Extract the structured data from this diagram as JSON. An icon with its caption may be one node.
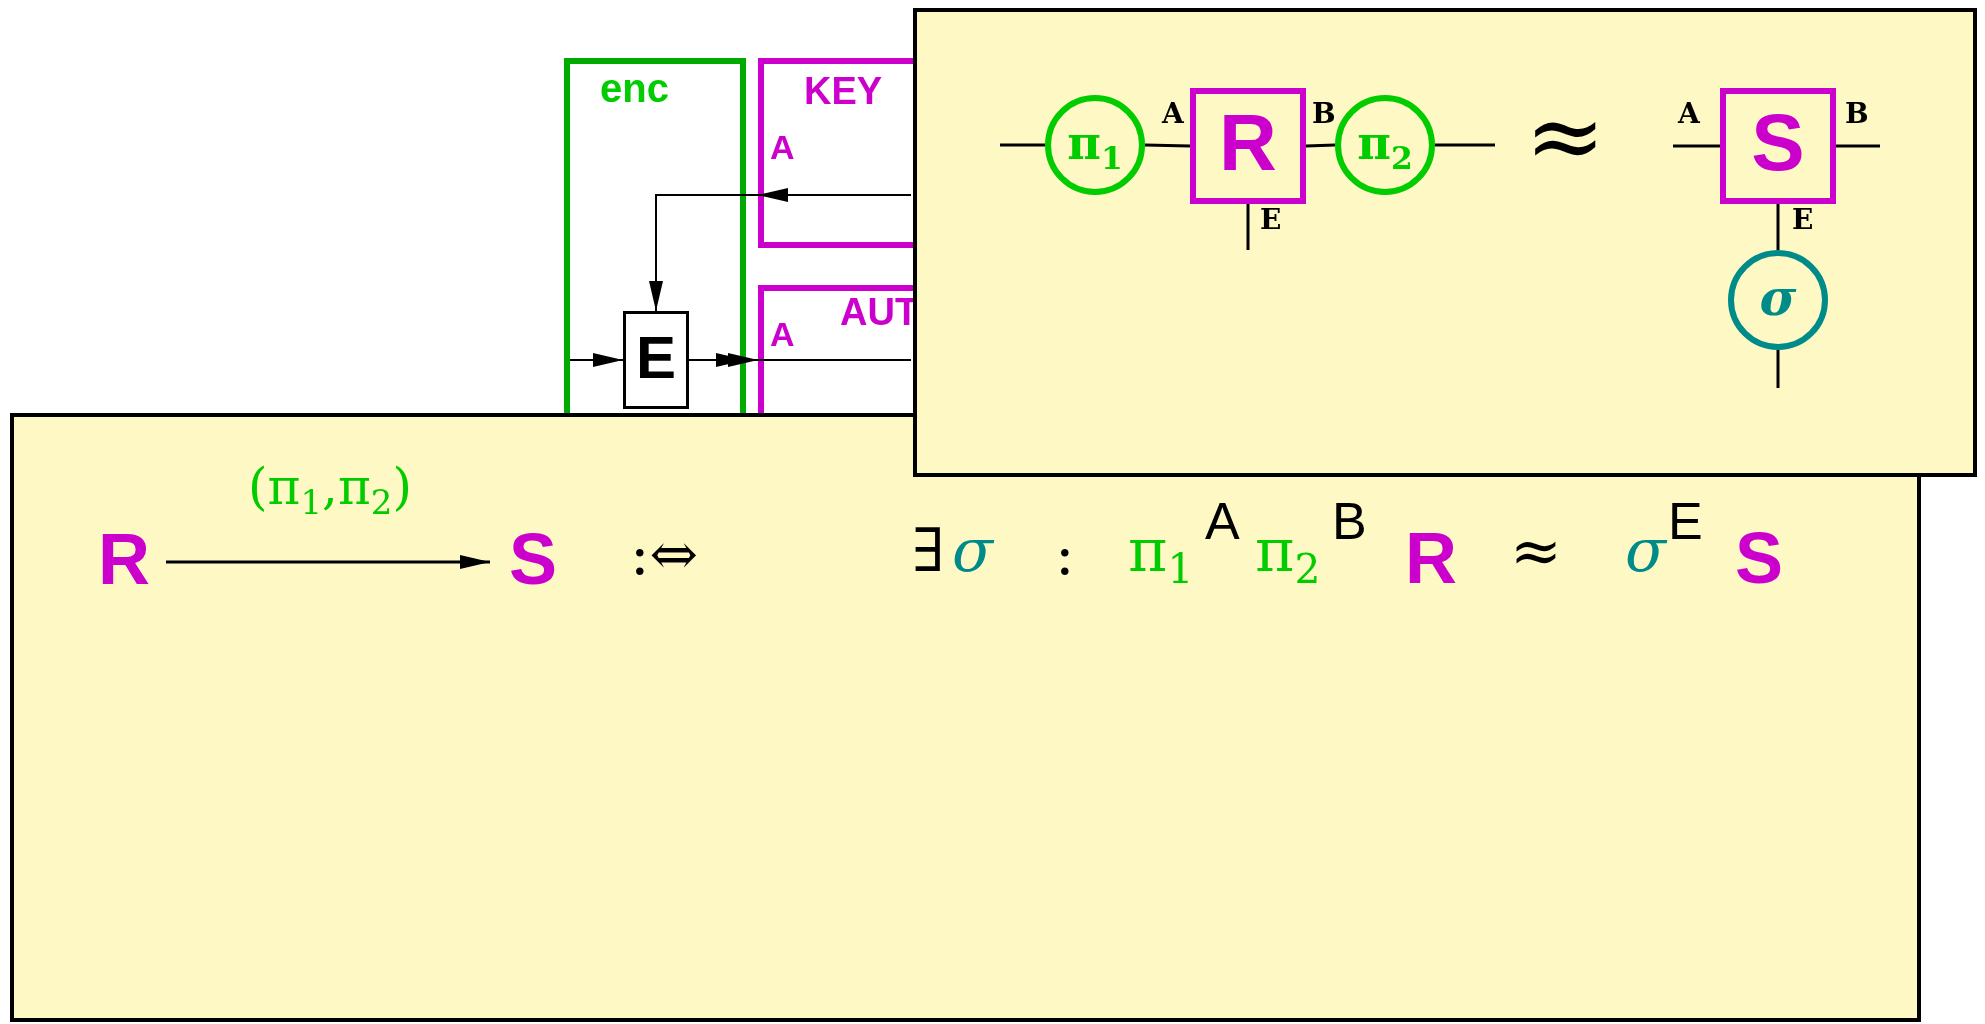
{
  "diagram": {
    "nodes": [
      {
        "text": [
          "enc"
        ]
      },
      {
        "text": [
          "E"
        ],
        "in": 0
      },
      {
        "text": [
          "KEY",
          "A"
        ]
      },
      {
        "text": [
          "AUT",
          "A"
        ]
      },
      {
        "text": [],
        "shape": "box"
      },
      {
        "text": [
          "R"
        ],
        "in": 4
      },
      {
        "text": [
          "S"
        ],
        "in": 4
      },
      {
        "text": [],
        "shape": "box"
      },
      {
        "text": [
          "π$_{1}$"
        ],
        "in": 7
      },
      {
        "text": [
          "R"
        ],
        "in": 7
      },
      {
        "text": [
          "π$_{2}$"
        ],
        "in": 7
      },
      {
        "text": [
          "S"
        ],
        "in": 7
      },
      {
        "text": [
          "σ"
        ],
        "in": 7
      }
    ],
    "edges": [
      {
        "from": null,
        "to": 1,
        "arrow": "to"
      },
      {
        "from": 1,
        "to": 3,
        "arrow": "to"
      },
      {
        "from": 3,
        "to": null,
        "arrow": "none"
      },
      {
        "from": 2,
        "to": 1,
        "arrow": "to"
      },
      {
        "from": null,
        "to": 2,
        "arrow": "none"
      },
      {
        "from": 5,
        "to": 6,
        "arrow": "to",
        "label": "(π$_{1}$,π$_{2}$)"
      },
      {
        "from": null,
        "to": 8,
        "arrow": "none"
      },
      {
        "from": 8,
        "to": 9,
        "arrow": "none",
        "label": "A"
      },
      {
        "from": 9,
        "to": 10,
        "arrow": "none",
        "label": "B"
      },
      {
        "from": 10,
        "to": null,
        "arrow": "none"
      },
      {
        "from": 9,
        "to": null,
        "arrow": "none",
        "label": "E"
      },
      {
        "from": null,
        "to": 11,
        "arrow": "none",
        "label": "A"
      },
      {
        "from": 11,
        "to": null,
        "arrow": "none",
        "label": "B"
      },
      {
        "from": 11,
        "to": 12,
        "arrow": "none",
        "label": "E"
      },
      {
        "from": 12,
        "to": null,
        "arrow": "none"
      }
    ],
    "labels": [
      "≈",
      ":⇔",
      "∃",
      "σ",
      ":",
      "π$_{1}$",
      "A",
      "π$_{2}$",
      "B",
      "R",
      "≈",
      "σ",
      "E",
      "S"
    ]
  }
}
